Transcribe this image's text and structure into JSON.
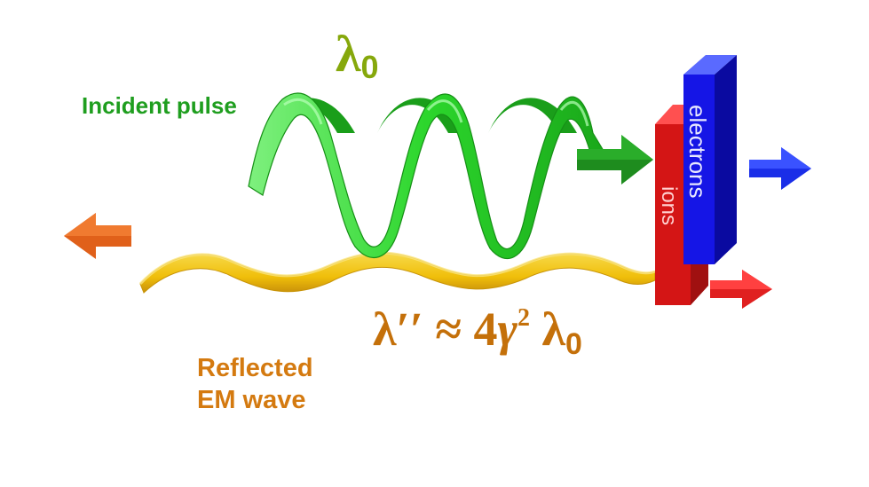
{
  "incident": {
    "label": "Incident pulse",
    "wavelength_symbol": "λ",
    "wavelength_subscript": "0"
  },
  "reflected": {
    "label_line1": "Reflected",
    "label_line2": "EM wave",
    "formula_lhs": "λ′′ ≈ 4",
    "formula_gamma": "γ",
    "formula_power": "2",
    "formula_lambda": " λ",
    "formula_sub": "0"
  },
  "target": {
    "electrons_label": "electrons",
    "ions_label": "ions"
  },
  "colors": {
    "incident_wave": "#2cd62c",
    "reflected_wave": "#f2c20c",
    "electrons": "#1515e6",
    "ions": "#d41515",
    "arrow_incident": "#1e8c1e",
    "arrow_reflected": "#e0601a",
    "arrow_electrons": "#1a2ee8",
    "arrow_ions": "#e02020"
  }
}
